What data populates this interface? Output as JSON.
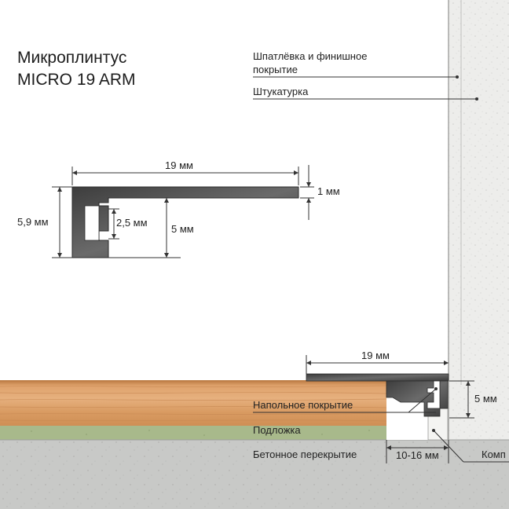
{
  "title": {
    "line1": "Микроплинтус",
    "line2": "MICRO 19 ARM"
  },
  "callouts": {
    "putty": {
      "line1": "Шпатлёвка и финишное",
      "line2": "покрытие"
    },
    "plaster": "Штукатурка",
    "floor": "Напольное покрытие",
    "underlay": "Подложка",
    "slab": "Бетонное перекрытие",
    "comp": "Комп"
  },
  "profile_dims": {
    "width": "19 мм",
    "flange": "1 мм",
    "total_height": "5,9 мм",
    "slot": "2,5 мм",
    "height": "5 мм"
  },
  "install_dims": {
    "width": "19 мм",
    "height": "5 мм",
    "gap": "10-16 мм"
  },
  "colors": {
    "wall_texture": "#ececea",
    "concrete": "#c9cac8",
    "wood_light": "#e0a874",
    "wood_dark": "#c98652",
    "underlay": "#a9b98a",
    "profile": "#4a4a4a",
    "line": "#333333"
  }
}
